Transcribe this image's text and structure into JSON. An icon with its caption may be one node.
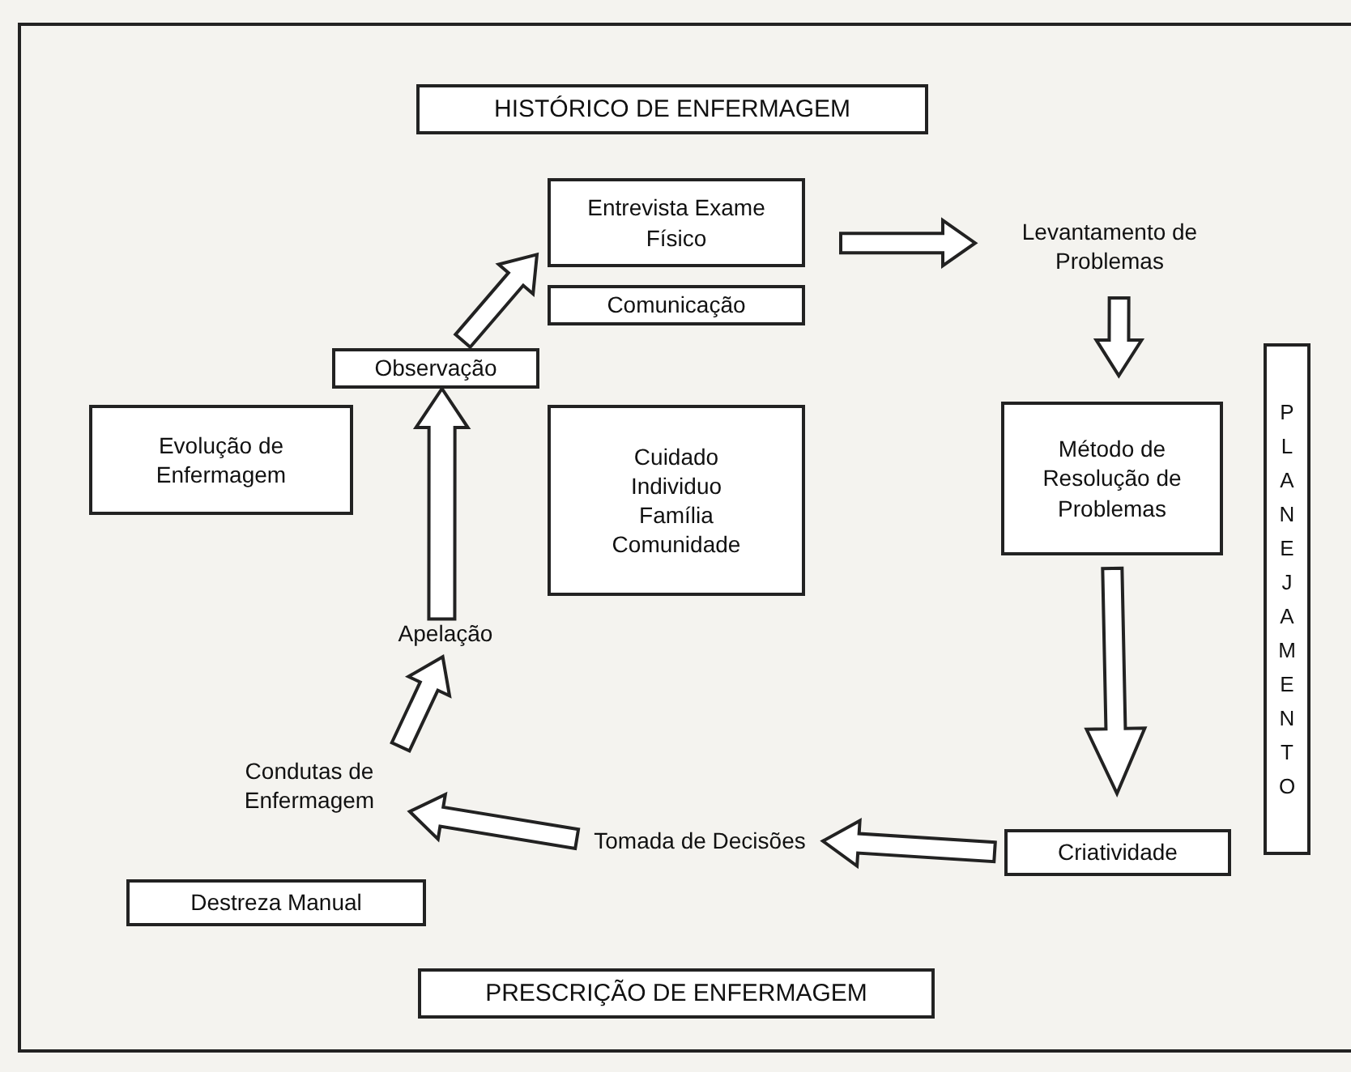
{
  "diagram": {
    "nodes": [
      {
        "text": [
          "HISTÓRICO DE ENFERMAGEM"
        ]
      },
      {
        "text": [
          "Entrevista Exame Físico"
        ]
      },
      {
        "text": [
          "Comunicação"
        ]
      },
      {
        "text": [
          "Levantamento de Problemas"
        ]
      },
      {
        "text": [
          "Observação"
        ]
      },
      {
        "text": [
          "Evolução de Enfermagem"
        ]
      },
      {
        "text": [
          "Cuidado Individuo Família Comunidade"
        ]
      },
      {
        "text": [
          "Método de Resolução de Problemas"
        ]
      },
      {
        "text": [
          "PLANEJAMENTO"
        ]
      },
      {
        "text": [
          "Apelação"
        ]
      },
      {
        "text": [
          "Condutas de Enfermagem"
        ]
      },
      {
        "text": [
          "Tomada de Decisões"
        ]
      },
      {
        "text": [
          "Criatividade"
        ]
      },
      {
        "text": [
          "Destreza Manual"
        ]
      },
      {
        "text": [
          "PRESCRIÇÃO DE ENFERMAGEM"
        ]
      }
    ],
    "edges": [
      {
        "from": 9,
        "to": 4,
        "arrow": "to"
      },
      {
        "from": 10,
        "to": 9,
        "arrow": "to"
      },
      {
        "from": 4,
        "to": 1,
        "arrow": "to"
      },
      {
        "from": 1,
        "to": 3,
        "arrow": "to"
      },
      {
        "from": 3,
        "to": 7,
        "arrow": "to"
      },
      {
        "from": 7,
        "to": 12,
        "arrow": "to"
      },
      {
        "from": 12,
        "to": 11,
        "arrow": "to"
      },
      {
        "from": 11,
        "to": 10,
        "arrow": "to"
      }
    ]
  }
}
